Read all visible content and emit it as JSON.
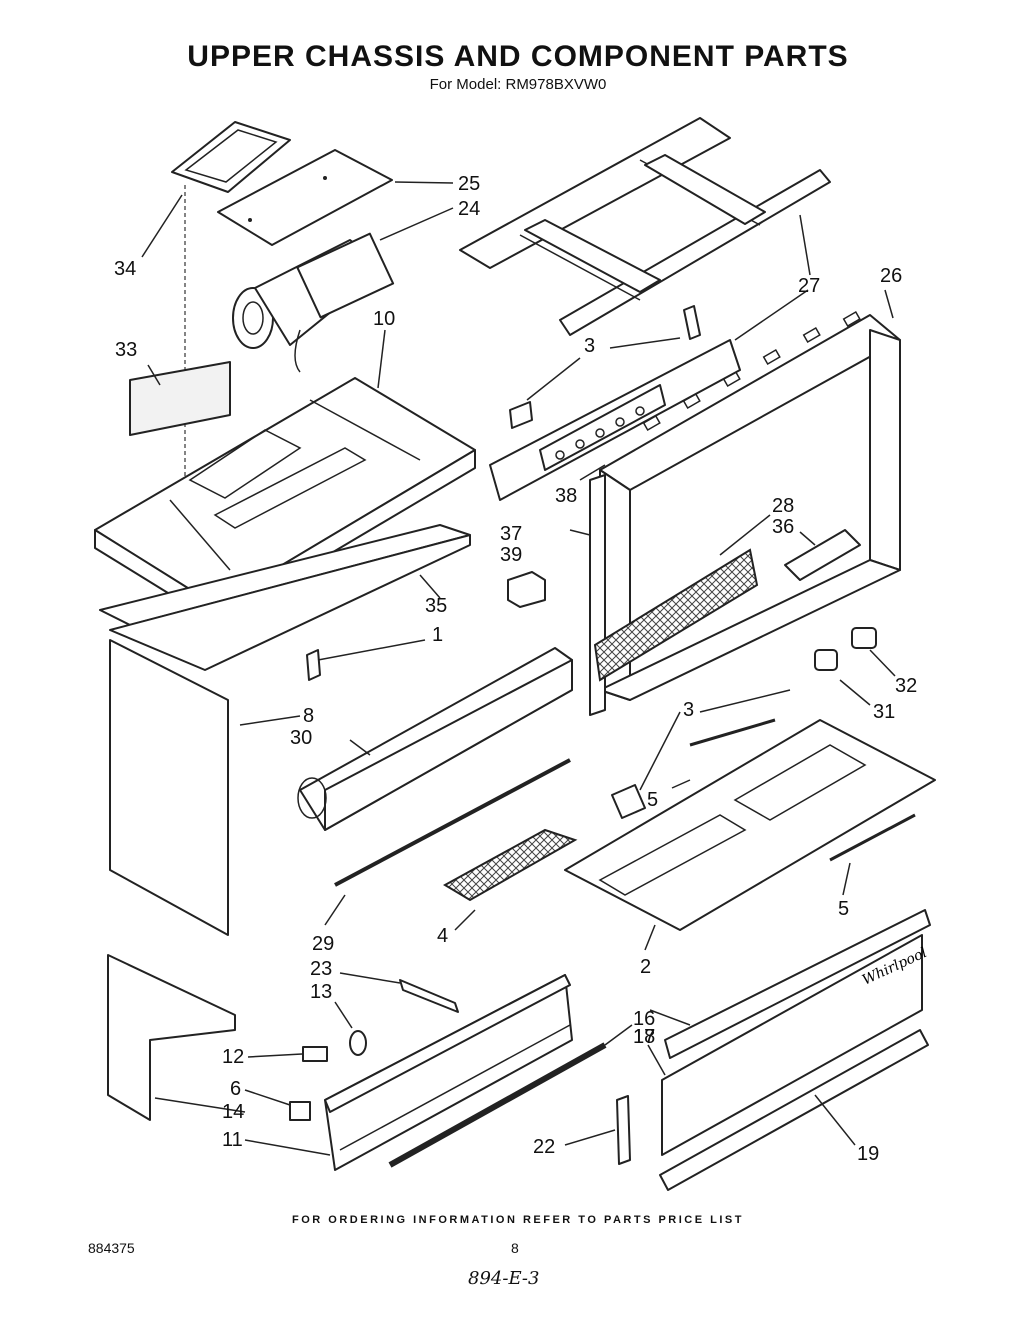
{
  "header": {
    "title": "UPPER CHASSIS AND COMPONENT PARTS",
    "subtitle": "For Model: RM978BXVW0"
  },
  "footer": {
    "ordering_note": "FOR ORDERING INFORMATION REFER TO PARTS PRICE LIST",
    "document_number": "884375",
    "page_number": "8",
    "handwritten_note": "894-E-3"
  },
  "callouts": {
    "c25": "25",
    "c24": "24",
    "c34": "34",
    "c27": "27",
    "c26": "26",
    "c10": "10",
    "c33": "33",
    "c3a": "3",
    "c38": "38",
    "c28": "28",
    "c36": "36",
    "c37": "37",
    "c39": "39",
    "c35": "35",
    "c1": "1",
    "c32": "32",
    "c31": "31",
    "c8": "8",
    "c30": "30",
    "c3b": "3",
    "c5a": "5",
    "c5b": "5",
    "c29": "29",
    "c4": "4",
    "c2": "2",
    "c23": "23",
    "c16": "16",
    "c13": "13",
    "c17": "17",
    "c12": "12",
    "c18": "18",
    "c6": "6",
    "c14": "14",
    "c11": "11",
    "c22": "22",
    "c19": "19"
  },
  "logo_text": "Whirlpool"
}
